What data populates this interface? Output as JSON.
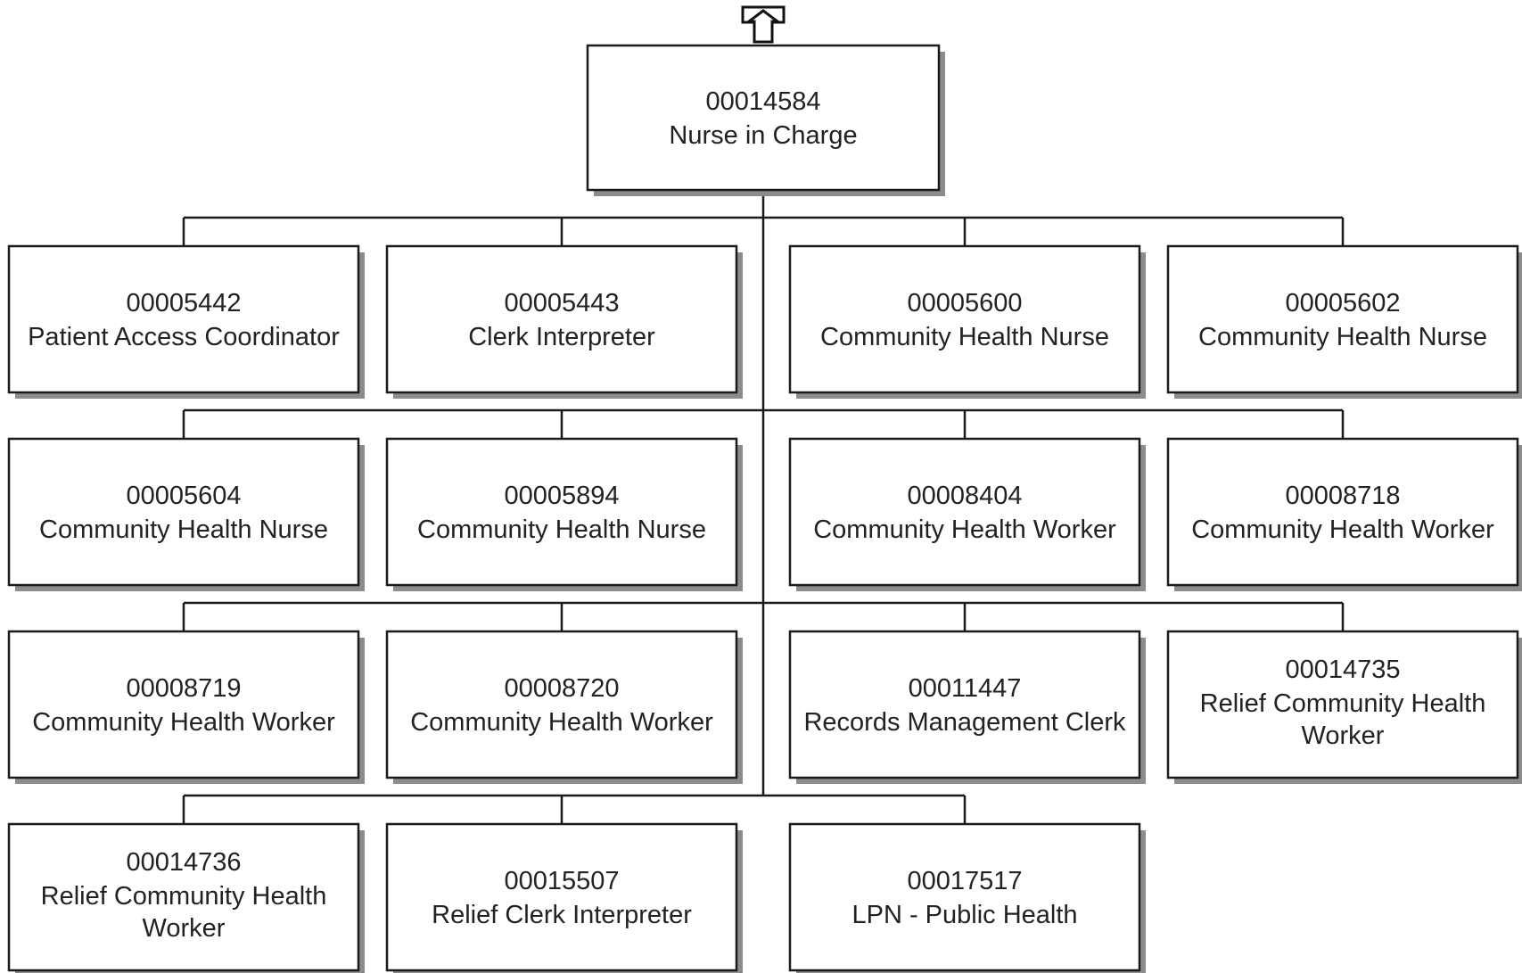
{
  "up_icon": "up-arrow-icon",
  "root": {
    "id": "00014584",
    "title": "Nurse in Charge"
  },
  "rows": [
    [
      {
        "id": "00005442",
        "title": "Patient Access Coordinator"
      },
      {
        "id": "00005443",
        "title": "Clerk Interpreter"
      },
      {
        "id": "00005600",
        "title": "Community Health Nurse"
      },
      {
        "id": "00005602",
        "title": "Community Health Nurse"
      }
    ],
    [
      {
        "id": "00005604",
        "title": "Community Health Nurse"
      },
      {
        "id": "00005894",
        "title": "Community Health Nurse"
      },
      {
        "id": "00008404",
        "title": "Community Health Worker"
      },
      {
        "id": "00008718",
        "title": "Community Health Worker"
      }
    ],
    [
      {
        "id": "00008719",
        "title": "Community Health Worker"
      },
      {
        "id": "00008720",
        "title": "Community Health Worker"
      },
      {
        "id": "00011447",
        "title": "Records Management Clerk"
      },
      {
        "id": "00014735",
        "title": "Relief Community Health Worker"
      }
    ],
    [
      {
        "id": "00014736",
        "title": "Relief Community Health Worker"
      },
      {
        "id": "00015507",
        "title": "Relief Clerk Interpreter"
      },
      {
        "id": "00017517",
        "title": "LPN - Public Health"
      }
    ]
  ]
}
